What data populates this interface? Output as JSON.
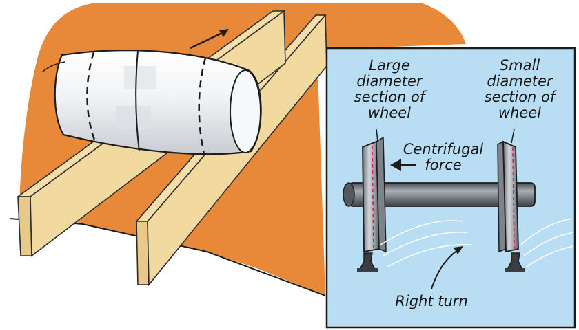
{
  "inset": {
    "large_label": [
      "Large",
      "diameter",
      "section of",
      "wheel"
    ],
    "small_label": [
      "Small",
      "diameter",
      "section of",
      "wheel"
    ],
    "force_label": [
      "Centrifugal",
      "force"
    ],
    "turn_label": "Right turn"
  },
  "colors": {
    "orange_backdrop": "#e8893a",
    "inset_background": "#b9def3",
    "wood": "#f2d9a0",
    "wheel_metal": "#a8adb3",
    "dashed_line": "#d8233a"
  }
}
